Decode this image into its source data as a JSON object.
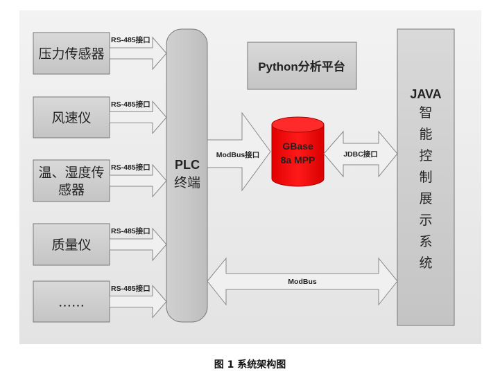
{
  "sensors": [
    {
      "lines": [
        "压力传感器"
      ],
      "interface": "RS-485接口"
    },
    {
      "lines": [
        "风速仪"
      ],
      "interface": "RS-485接口"
    },
    {
      "lines": [
        "温、湿度传",
        "感器"
      ],
      "interface": "RS-485接口"
    },
    {
      "lines": [
        "质量仪"
      ],
      "interface": "RS-485接口"
    },
    {
      "lines": [
        "……"
      ],
      "interface": "RS-485接口"
    }
  ],
  "plc": {
    "line1": "PLC",
    "line2": "终端"
  },
  "python": {
    "label": "Python分析平台"
  },
  "modbus_interface": {
    "label": "ModBus接口"
  },
  "database": {
    "line1": "GBase",
    "line2": "8a MPP",
    "color": "#ff0000"
  },
  "jdbc": {
    "label": "JDBC接口"
  },
  "java": {
    "title": "JAVA",
    "chars": [
      "智",
      "能",
      "控",
      "制",
      "展",
      "示",
      "系",
      "统"
    ]
  },
  "modbus_bus": {
    "label": "ModBus"
  },
  "caption": "图 1 系统架构图"
}
